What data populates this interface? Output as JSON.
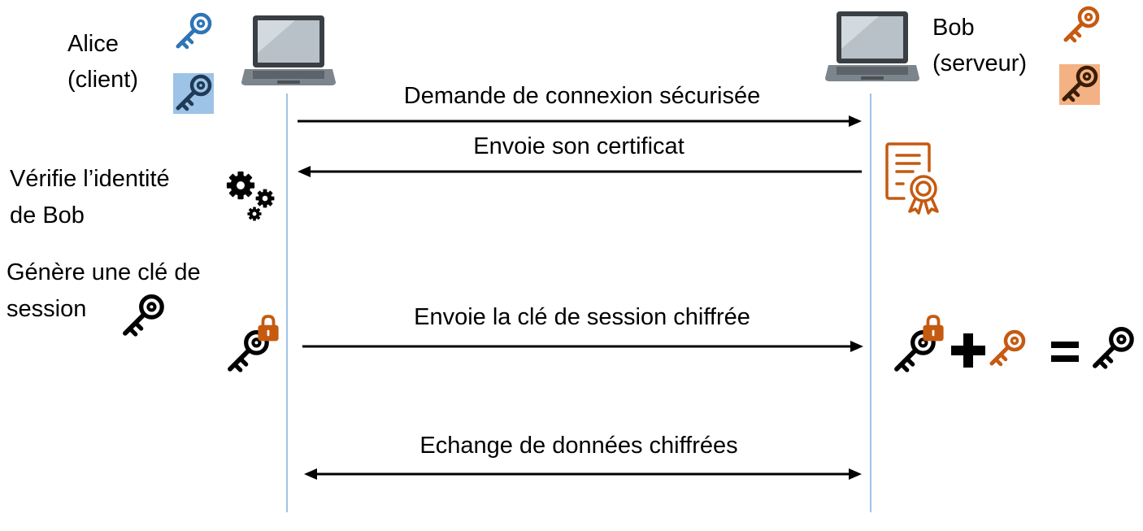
{
  "participants": {
    "client": {
      "name": "Alice",
      "role": "(client)"
    },
    "server": {
      "name": "Bob",
      "role": "(serveur)"
    }
  },
  "steps": {
    "verify": {
      "line1": "Vérifie l’identité",
      "line2": "de Bob"
    },
    "generate": {
      "line1": "Génère une clé de",
      "line2": "session"
    }
  },
  "messages": [
    {
      "text": "Demande de connexion sécurisée",
      "direction": "to-server"
    },
    {
      "text": "Envoie son certificat",
      "direction": "to-client"
    },
    {
      "text": "Envoie la clé de session chiffrée",
      "direction": "to-server"
    },
    {
      "text": "Echange de données chiffrées",
      "direction": "both"
    }
  ],
  "icons": {
    "laptop": "laptop-icon",
    "public_key": "key-icon",
    "private_key": "key-icon",
    "gears": "gears-icon",
    "certificate": "certificate-icon",
    "lock": "padlock-icon",
    "plus": "plus-icon",
    "equals": "equals-icon"
  },
  "colors": {
    "client_key": "#2e75b6",
    "client_key_bg": "#9dc3e6",
    "server_key": "#c55a11",
    "server_key_bg": "#f4b183",
    "lifeline": "#9dc3e6",
    "arrow": "#000000"
  }
}
